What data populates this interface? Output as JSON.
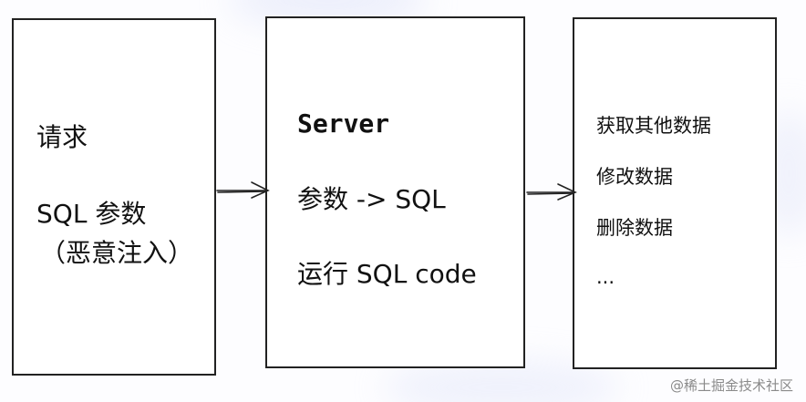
{
  "boxes": {
    "request": {
      "line1": "请求",
      "line2": "SQL 参数",
      "line3": "（恶意注入）"
    },
    "server": {
      "line1": "Server",
      "line2": "参数 -> SQL",
      "line3": "运行 SQL code"
    },
    "effects": {
      "items": [
        "获取其他数据",
        "修改数据",
        "删除数据",
        "..."
      ]
    }
  },
  "watermark": "@稀土掘金技术社区",
  "colors": {
    "stroke": "#222222",
    "background": "#ffffff",
    "watermark": "#8a8a8a"
  }
}
